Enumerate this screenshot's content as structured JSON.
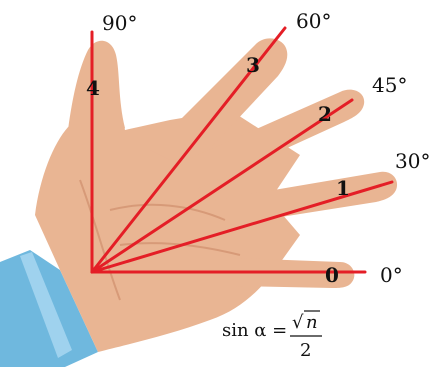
{
  "diagram": {
    "angles": [
      "0°",
      "30°",
      "45°",
      "60°",
      "90°"
    ],
    "finger_numbers": [
      "0",
      "1",
      "2",
      "3",
      "4"
    ],
    "formula": {
      "lhs": "sin α =",
      "radical": "√",
      "radicand": "n",
      "denominator": "2"
    },
    "colors": {
      "ray": "#e41e26",
      "skin": "#e9b593",
      "skin_shadow": "#d79a78",
      "sleeve": "#6fb8de"
    }
  }
}
